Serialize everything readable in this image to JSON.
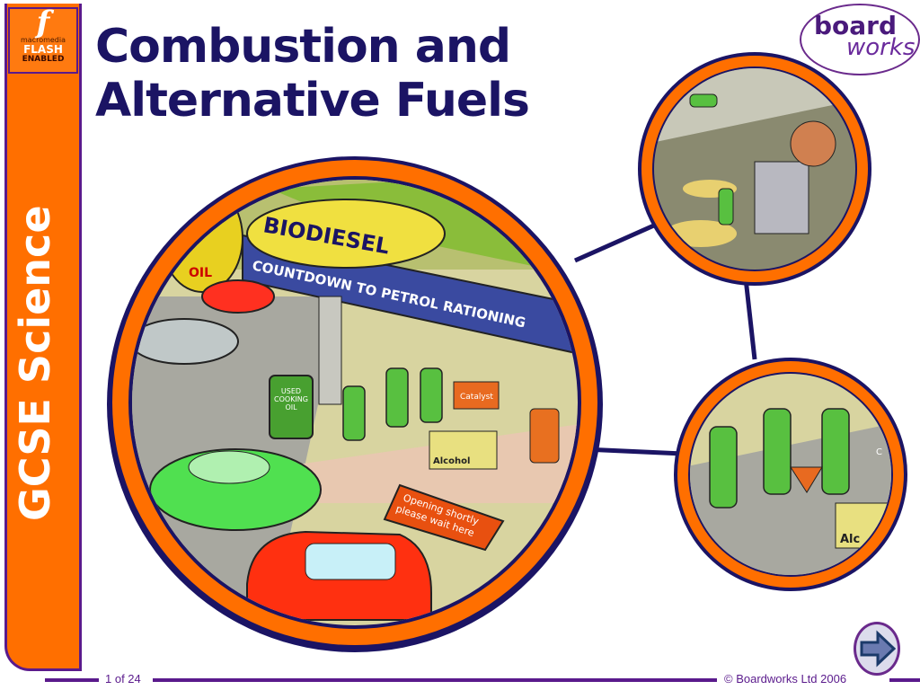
{
  "sidebar": {
    "flash_badge": {
      "brand": "macromedia",
      "line1": "FLASH",
      "line2": "ENABLED",
      "glyph": "f"
    },
    "subject": "GCSE Science"
  },
  "title": {
    "line1": "Combustion and",
    "line2": "Alternative Fuels"
  },
  "logo": {
    "word1": "board",
    "word2": "works"
  },
  "illustration": {
    "sign_main": "BIODIESEL",
    "banner": "COUNTDOWN TO PETROL RATIONING",
    "oil_sign": "OIL",
    "drum_label": [
      "USED",
      "COOKING",
      "OIL"
    ],
    "catalyst_label": "Catalyst",
    "alcohol_label": "Alcohol",
    "board_sign": [
      "Opening shortly",
      "please wait here"
    ],
    "zoom_label_fragment_1": "C",
    "zoom_label_fragment_2": "Alc"
  },
  "footer": {
    "page": "1 of 24",
    "copyright": "© Boardworks Ltd 2006"
  },
  "nav": {
    "next_icon": "arrow-right-icon"
  },
  "colors": {
    "orange": "#ff6f00",
    "navy": "#1b1464",
    "purple": "#5a1a8c"
  }
}
